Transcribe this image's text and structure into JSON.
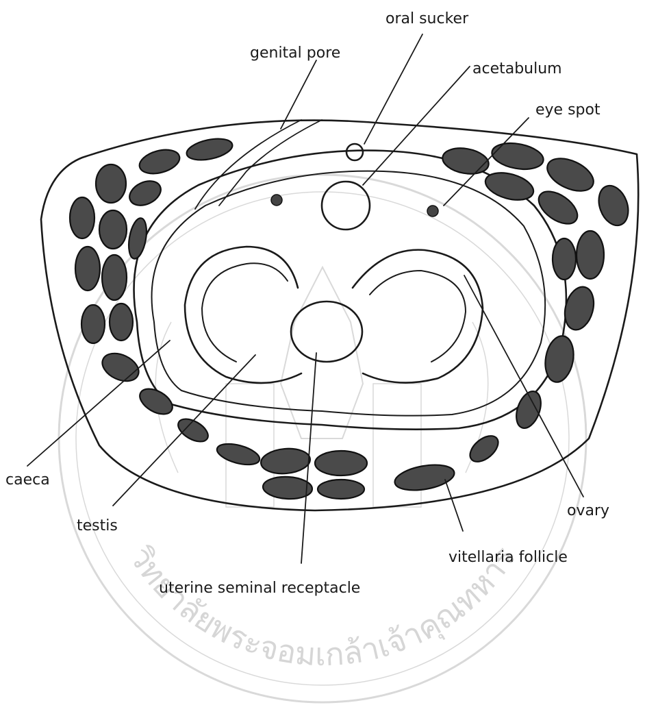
{
  "labels": {
    "oral_sucker": "oral sucker",
    "genital_pore": "genital pore",
    "acetabulum": "acetabulum",
    "eye_spot": "eye spot",
    "caeca": "caeca",
    "testis": "testis",
    "uterine_seminal_receptacle": "uterine seminal receptacle",
    "vitellaria_follicle": "vitellaria follicle",
    "ovary": "ovary"
  },
  "watermark": {
    "text": "วิทยาลัยพระจอมเกล้าเจ้าคุณทหาร",
    "color": "#d6d6d6"
  },
  "colors": {
    "ink": "#1a1a1a",
    "follicle_fill": "#4a4a4a"
  }
}
